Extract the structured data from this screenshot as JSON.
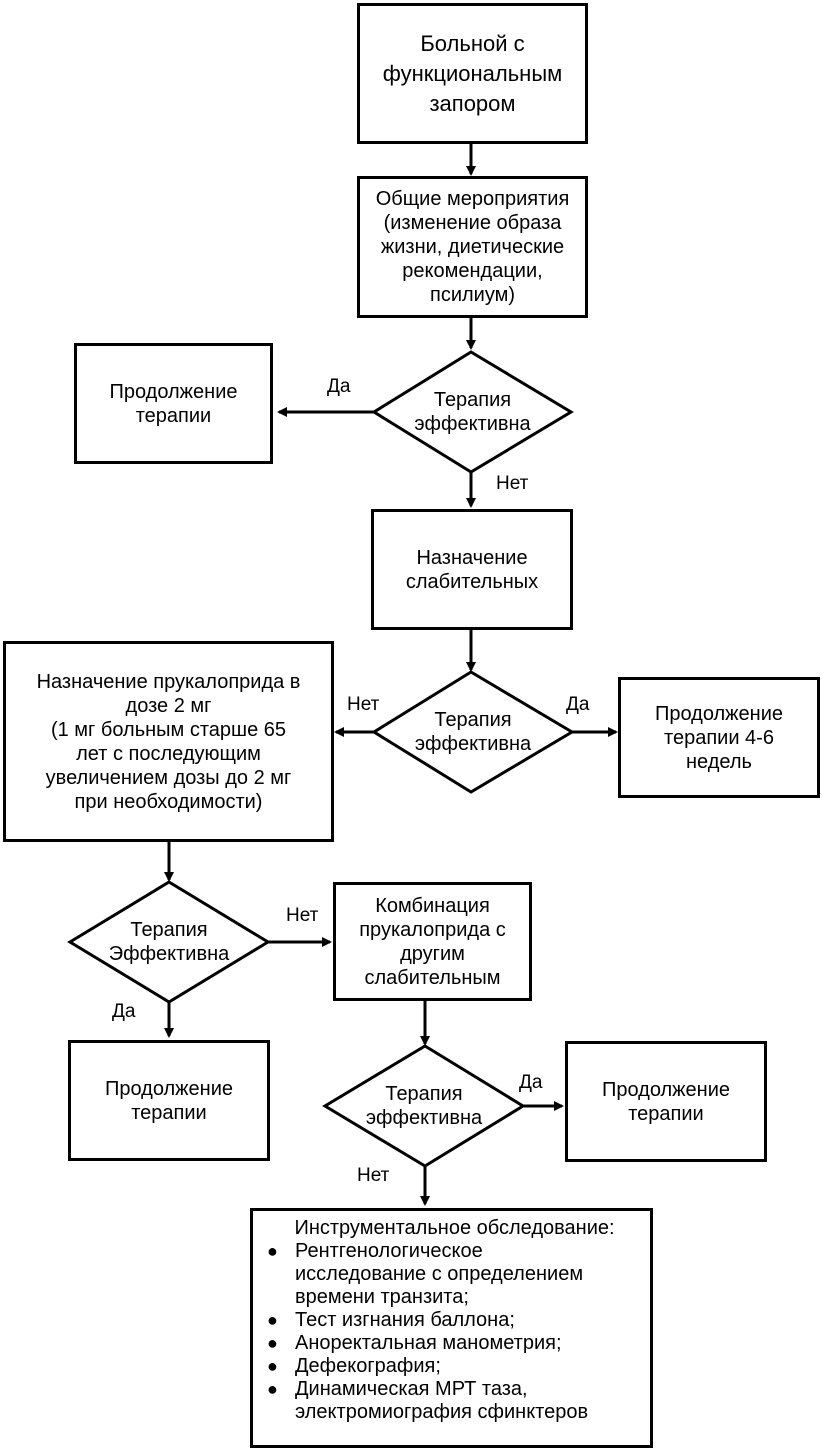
{
  "start": [
    "Больной с",
    "функциональным",
    "запором"
  ],
  "general": [
    "Общие мероприятия",
    "(изменение образа",
    "жизни, диетические",
    "рекомендации,",
    "псилиум)"
  ],
  "decision1": [
    "Терапия",
    "эффективна"
  ],
  "continue1": [
    "Продолжение",
    "терапии"
  ],
  "laxatives": [
    "Назначение",
    "слабительных"
  ],
  "decision2": [
    "Терапия",
    "эффективна"
  ],
  "prucalopride": [
    "Назначение прукалоприда в",
    "дозе 2 мг",
    "(1 мг больным старше 65",
    "лет с последующим",
    "увеличением дозы до 2 мг",
    "при необходимости)"
  ],
  "continue2": [
    "Продолжение",
    "терапии 4-6",
    "недель"
  ],
  "decision3": [
    "Терапия",
    "Эффективна"
  ],
  "combination": [
    "Комбинация",
    "прукалоприда с",
    "другим",
    "слабительным"
  ],
  "continue3": [
    "Продолжение",
    "терапии"
  ],
  "decision4": [
    "Терапия",
    "эффективна"
  ],
  "continue4": [
    "Продолжение",
    "терапии"
  ],
  "instrumental": {
    "title": "Инструментальное обследование:",
    "items": [
      [
        "Рентгенологическое",
        "исследование с определением",
        "времени транзита;"
      ],
      [
        "Тест изгнания баллона;"
      ],
      [
        "Аноректальная манометрия;"
      ],
      [
        "Дефекография;"
      ],
      [
        "Динамическая МРТ таза,",
        "электромиография сфинктеров"
      ]
    ]
  },
  "labels": {
    "yes": "Да",
    "no": "Нет"
  }
}
